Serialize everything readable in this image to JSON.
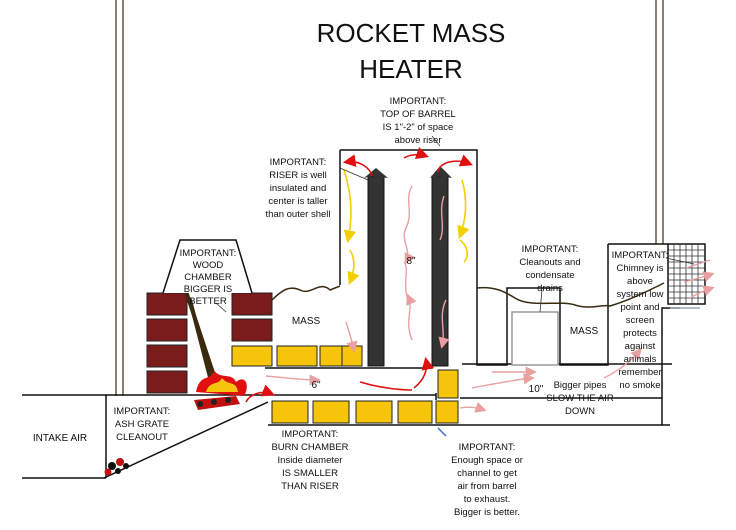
{
  "title": {
    "line1": "ROCKET MASS",
    "line2": "HEATER"
  },
  "labels": {
    "barrel_top": [
      "IMPORTANT:",
      "TOP OF BARREL",
      "IS 1\"-2\" of space",
      "above riser"
    ],
    "riser": [
      "IMPORTANT:",
      "RISER is well",
      "insulated and",
      "center is taller",
      "than outer shell"
    ],
    "wood_chamber": [
      "IMPORTANT:",
      "WOOD",
      "CHAMBER",
      "BIGGER IS",
      "BETTER"
    ],
    "cleanouts": [
      "IMPORTANT:",
      "Cleanouts and",
      "condensate",
      "drains"
    ],
    "chimney": [
      "IMPORTANT:",
      "Chimney is",
      "above",
      "system low",
      "point and",
      "screen",
      "protects",
      "against",
      "animals",
      "remember",
      "no smoke"
    ],
    "ash_grate": [
      "IMPORTANT:",
      "ASH GRATE",
      "CLEANOUT"
    ],
    "burn_chamber": [
      "IMPORTANT:",
      "BURN CHAMBER",
      "Inside diameter",
      "IS SMALLER",
      "THAN RISER"
    ],
    "exhaust_space": [
      "IMPORTANT:",
      "Enough space or",
      "channel to get",
      "air from barrel",
      "to exhaust.",
      "Bigger is better."
    ],
    "bigger_pipes": [
      "Bigger pipes",
      "SLOW THE AIR",
      "DOWN"
    ],
    "intake_air": "INTAKE AIR",
    "mass_left": "MASS",
    "mass_right": "MASS",
    "dim_riser": "8\"",
    "dim_burn": "6\"",
    "dim_pipe": "10\""
  },
  "colors": {
    "brick": "#7a1c1c",
    "firebrick": "#f6c40a",
    "riser": "#333333",
    "flow_red": "#e01010",
    "flow_yellow": "#f2d000",
    "flow_pink": "#e8a0a0"
  },
  "icons": [
    "fire-icon",
    "wood-stick-icon",
    "ash-coals-icon",
    "chimney-screen-icon"
  ]
}
